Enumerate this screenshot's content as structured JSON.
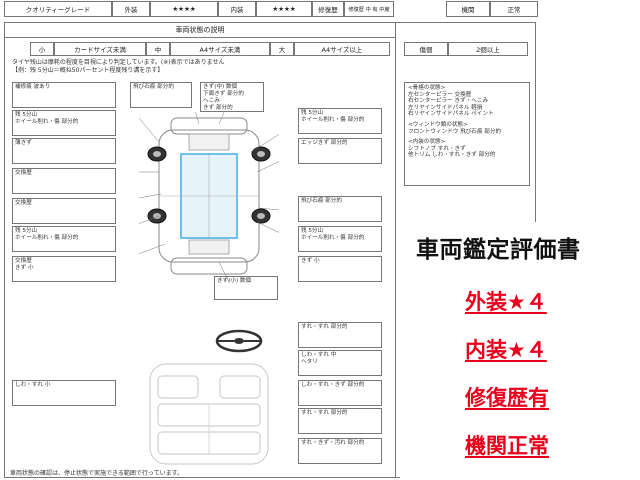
{
  "grade_row": {
    "quality_label": "クオリティーグレード",
    "exterior_label": "外装",
    "exterior_stars": "★★★★",
    "interior_label": "内装",
    "interior_stars": "★★★★",
    "repair_label": "修復歴",
    "repair_value": "修復歴 中 有 中度",
    "engine_label": "機関",
    "engine_value": "正常"
  },
  "title": "車両状態の説明",
  "size_row": {
    "small": "小",
    "small_desc": "カードサイズ未満",
    "medium": "中",
    "medium_desc": "A4サイズ未満",
    "large": "大",
    "large_desc": "A4サイズ以上",
    "glass_label": "傷個",
    "glass_value": "2個以上"
  },
  "tire_note_1": "タイヤ残山は摩耗の程度を目視により判定しています。(※)表示ではありません",
  "tire_note_2": "【例：残 5分山＝概ね50パーセント程度残り溝を示す】",
  "left_boxes": [
    {
      "lines": [
        "補修痕 波あり"
      ]
    },
    {
      "lines": [
        "残 5分山",
        "ホイール削れ・傷 部分的"
      ]
    },
    {
      "lines": [
        "薄きず"
      ]
    },
    {
      "lines": [
        "交換歴"
      ]
    },
    {
      "lines": [
        "交換歴"
      ]
    },
    {
      "lines": [
        "残 5分山",
        "ホイール削れ・傷 部分的"
      ]
    },
    {
      "lines": [
        "交換歴",
        "きず 小"
      ]
    }
  ],
  "top_boxes": [
    {
      "lines": [
        "飛び石痕 部分的"
      ]
    },
    {
      "lines": [
        "きず(中) 数個",
        "下面きず 部分的",
        "へこみ",
        "きず 部分的"
      ]
    }
  ],
  "right_boxes": [
    {
      "lines": [
        "残 5分山",
        "ホイール削れ・傷 部分的"
      ]
    },
    {
      "lines": [
        "エッジきず 部分的"
      ]
    },
    {
      "lines": [
        "飛び石痕 部分的"
      ]
    },
    {
      "lines": [
        "残 5分山",
        "ホイール削れ・傷 部分的"
      ]
    },
    {
      "lines": [
        "きず 小"
      ]
    }
  ],
  "bottom_box": {
    "lines": [
      "きず(小) 数個"
    ]
  },
  "interior_boxes": [
    {
      "lines": [
        "すれ・すれ 部分的"
      ]
    },
    {
      "lines": [
        "しわ・すれ 中",
        "ヘタリ"
      ]
    },
    {
      "lines": [
        "しわ・すれ・きず 部分的"
      ]
    },
    {
      "lines": [
        "すれ・すれ 部分的"
      ]
    },
    {
      "lines": [
        "すれ・きず・汚れ 部分的"
      ]
    }
  ],
  "interior_left_box": {
    "lines": [
      "しわ・すれ 小"
    ]
  },
  "side_panel": [
    "<骨格の状態>",
    "左センターピラー 交換歴",
    "右センターピラー きず・へこみ",
    "左リヤインサイドパネル 軽損",
    "右リヤインサイドパネル ペイント",
    "<ウィンドウ類の状態>",
    "フロントウィンドウ 飛び石痕 部分的",
    "<内装の状態>",
    "シフトノブ すれ・きず",
    "他トリム しわ・すれ・きず 部分的"
  ],
  "footer": "車両状態の確認は、停止状態で実施できる範囲で行っています。",
  "appraisal": {
    "title": "車両鑑定評価書",
    "exterior": "外装★４",
    "interior": "内装★４",
    "repair": "修復歴有",
    "engine": "機関正常"
  }
}
